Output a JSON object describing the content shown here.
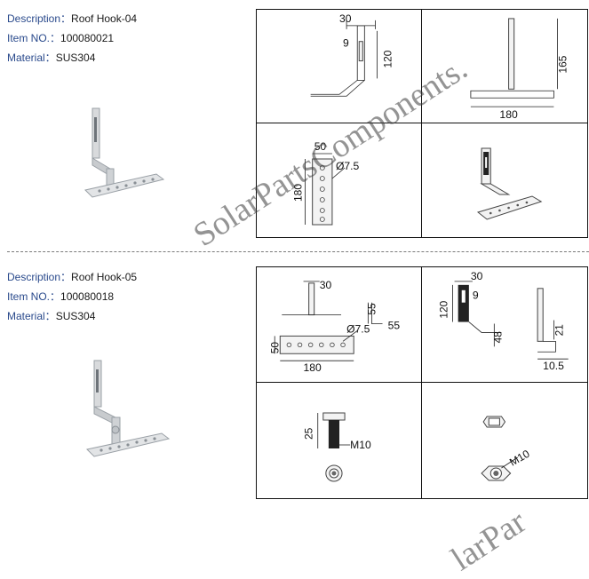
{
  "products": [
    {
      "description_label": "Description：",
      "description": "Roof Hook-04",
      "item_label": "Item NO.：",
      "item_no": "100080021",
      "material_label": "Material：",
      "material": "SUS304",
      "dims": {
        "top_left": [
          "30",
          "9",
          "120"
        ],
        "top_right": [
          "165",
          "180"
        ],
        "bottom_left": [
          "50",
          "Ø7.5",
          "180"
        ]
      }
    },
    {
      "description_label": "Description：",
      "description": "Roof Hook-05",
      "item_label": "Item NO.：",
      "item_no": "100080018",
      "material_label": "Material：",
      "material": "SUS304",
      "dims": {
        "top_left": [
          "30",
          "55",
          "55",
          "Ø7.5",
          "50",
          "180"
        ],
        "top_right": [
          "30",
          "9",
          "120",
          "48",
          "21",
          "10.5"
        ],
        "bottom_left": [
          "25",
          "M10"
        ],
        "bottom_right": [
          "M10"
        ]
      }
    }
  ],
  "watermark": {
    "main": "SolarPartsComponents.",
    "corner": "larPar"
  }
}
